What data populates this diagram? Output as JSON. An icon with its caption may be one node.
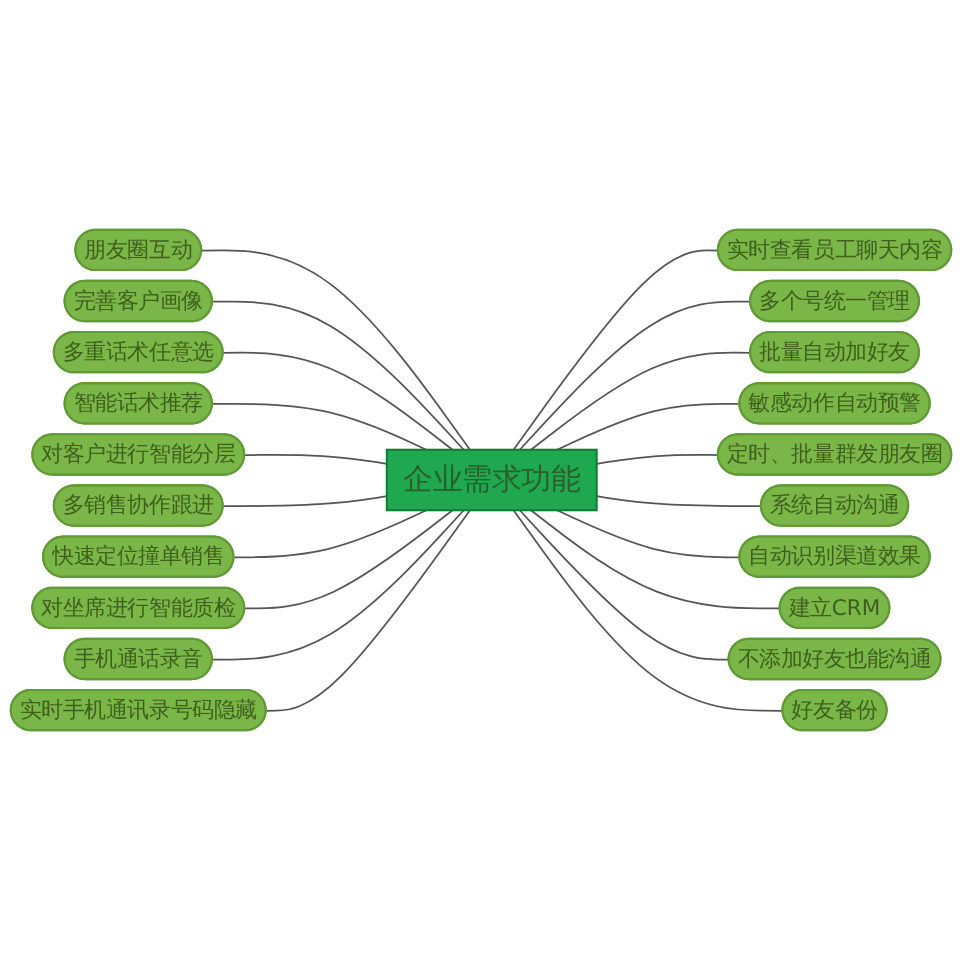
{
  "diagram": {
    "nodes": [
      {
        "text": [
          "企业需求功能"
        ]
      },
      {
        "text": [
          "朋友圈互动"
        ]
      },
      {
        "text": [
          "完善客户画像"
        ]
      },
      {
        "text": [
          "多重话术任意选"
        ]
      },
      {
        "text": [
          "智能话术推荐"
        ]
      },
      {
        "text": [
          "对客户进行智能分层"
        ]
      },
      {
        "text": [
          "多销售协作跟进"
        ]
      },
      {
        "text": [
          "快速定位撞单销售"
        ]
      },
      {
        "text": [
          "对坐席进行智能质检"
        ]
      },
      {
        "text": [
          "手机通话录音"
        ]
      },
      {
        "text": [
          "实时手机通讯录号码隐藏"
        ]
      },
      {
        "text": [
          "实时查看员工聊天内容"
        ]
      },
      {
        "text": [
          "多个号统一管理"
        ]
      },
      {
        "text": [
          "批量自动加好友"
        ]
      },
      {
        "text": [
          "敏感动作自动预警"
        ]
      },
      {
        "text": [
          "定时、批量群发朋友圈"
        ]
      },
      {
        "text": [
          "系统自动沟通"
        ]
      },
      {
        "text": [
          "自动识别渠道效果"
        ]
      },
      {
        "text": [
          "建立CRM"
        ]
      },
      {
        "text": [
          "不添加好友也能沟通"
        ]
      },
      {
        "text": [
          "好友备份"
        ]
      }
    ],
    "edges": [
      {
        "from": 0,
        "to": 1,
        "arrow": "none"
      },
      {
        "from": 0,
        "to": 2,
        "arrow": "none"
      },
      {
        "from": 0,
        "to": 3,
        "arrow": "none"
      },
      {
        "from": 0,
        "to": 4,
        "arrow": "none"
      },
      {
        "from": 0,
        "to": 5,
        "arrow": "none"
      },
      {
        "from": 0,
        "to": 6,
        "arrow": "none"
      },
      {
        "from": 0,
        "to": 7,
        "arrow": "none"
      },
      {
        "from": 0,
        "to": 8,
        "arrow": "none"
      },
      {
        "from": 0,
        "to": 9,
        "arrow": "none"
      },
      {
        "from": 0,
        "to": 10,
        "arrow": "none"
      },
      {
        "from": 0,
        "to": 11,
        "arrow": "none"
      },
      {
        "from": 0,
        "to": 12,
        "arrow": "none"
      },
      {
        "from": 0,
        "to": 13,
        "arrow": "none"
      },
      {
        "from": 0,
        "to": 14,
        "arrow": "none"
      },
      {
        "from": 0,
        "to": 15,
        "arrow": "none"
      },
      {
        "from": 0,
        "to": 16,
        "arrow": "none"
      },
      {
        "from": 0,
        "to": 17,
        "arrow": "none"
      },
      {
        "from": 0,
        "to": 18,
        "arrow": "none"
      },
      {
        "from": 0,
        "to": 19,
        "arrow": "none"
      },
      {
        "from": 0,
        "to": 20,
        "arrow": "none"
      }
    ]
  }
}
